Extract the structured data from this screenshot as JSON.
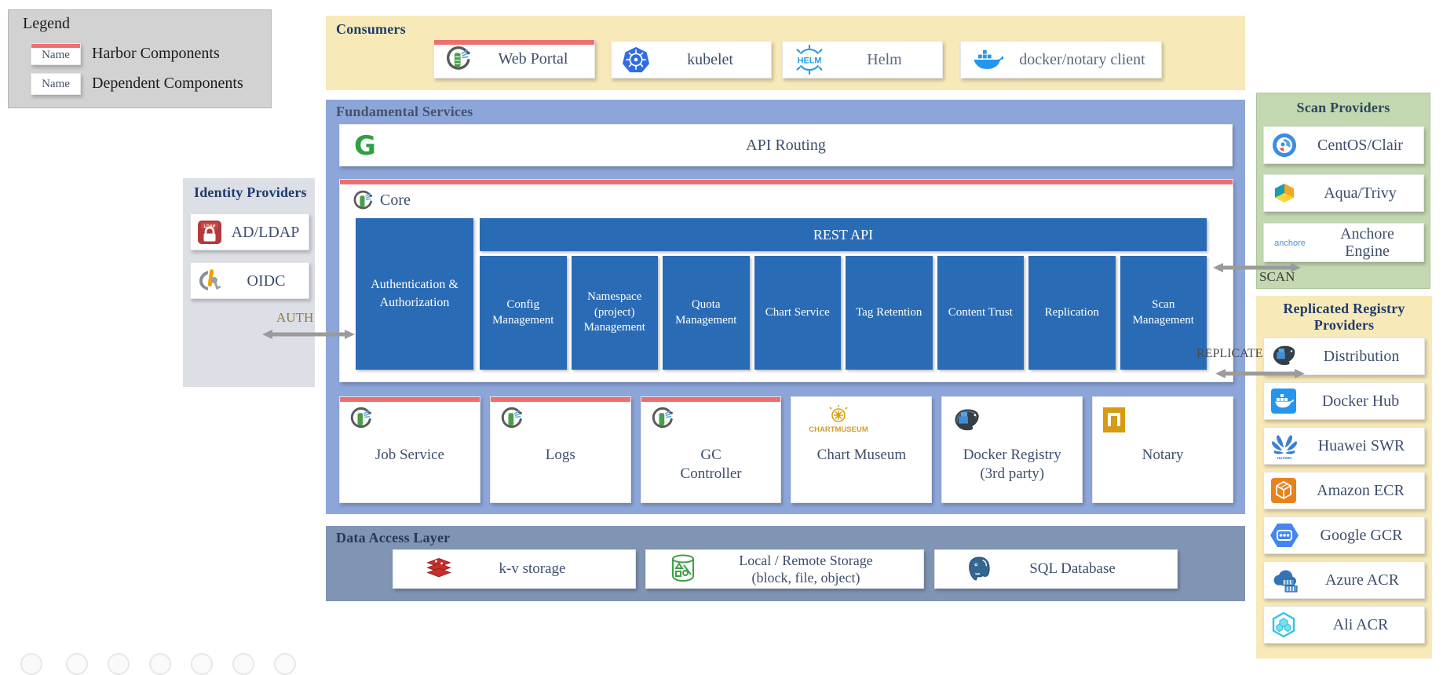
{
  "colors": {
    "harbor_accent_red": "#ee6f6e",
    "component_blue": "#2a6bb5",
    "consumers_bg": "#f8e9b8",
    "fundamental_bg": "#8da6da",
    "data_access_bg": "#8094b4",
    "identity_bg": "#dcdfe5",
    "legend_bg": "#d2d2d2",
    "scan_bg": "#c3d8b0",
    "title_navy": "#1e3c6c"
  },
  "legend": {
    "title": "Legend",
    "swatch_text": "Name",
    "items": [
      {
        "label": "Harbor Components",
        "harbor": true
      },
      {
        "label": "Dependent Components",
        "harbor": false
      }
    ]
  },
  "consumers": {
    "title": "Consumers",
    "items": [
      {
        "label": "Web Portal",
        "icon": "harbor-icon",
        "harbor": true
      },
      {
        "label": "kubelet",
        "icon": "kubernetes-icon",
        "harbor": false
      },
      {
        "label": "Helm",
        "icon": "helm-icon",
        "harbor": false
      },
      {
        "label": "docker/notary client",
        "icon": "docker-icon",
        "harbor": false
      }
    ]
  },
  "fundamental": {
    "title": "Fundamental Services",
    "api_routing": {
      "label": "API Routing",
      "icon": "g-routing-icon"
    },
    "core": {
      "label": "Core",
      "icon": "harbor-icon",
      "auth_label": "Authentication & Authorization",
      "rest_api_label": "REST API",
      "modules": [
        "Config Management",
        "Namespace (project) Management",
        "Quota Management",
        "Chart Service",
        "Tag Retention",
        "Content Trust",
        "Replication",
        "Scan Management"
      ]
    },
    "services": [
      {
        "line1": "Job Service",
        "line2": "",
        "icon": "harbor-icon",
        "harbor": true
      },
      {
        "line1": "Logs",
        "line2": "",
        "icon": "harbor-icon",
        "harbor": true
      },
      {
        "line1": "GC",
        "line2": "Controller",
        "icon": "harbor-icon",
        "harbor": true
      },
      {
        "line1": "Chart Museum",
        "line2": "",
        "icon": "chartmuseum-icon",
        "harbor": false
      },
      {
        "line1": "Docker Registry",
        "line2": "(3rd party)",
        "icon": "docker-registry-icon",
        "harbor": false
      },
      {
        "line1": "Notary",
        "line2": "",
        "icon": "notary-icon",
        "harbor": false
      }
    ]
  },
  "data_access": {
    "title": "Data Access Layer",
    "items": [
      {
        "line1": "k-v storage",
        "line2": "",
        "icon": "redis-icon"
      },
      {
        "line1": "Local / Remote Storage",
        "line2": "(block, file, object)",
        "icon": "storage-bucket-icon"
      },
      {
        "line1": "SQL Database",
        "line2": "",
        "icon": "postgresql-icon"
      }
    ]
  },
  "identity": {
    "title": "Identity Providers",
    "items": [
      {
        "label": "AD/LDAP",
        "icon": "ldap-icon"
      },
      {
        "label": "OIDC",
        "icon": "oidc-icon"
      }
    ],
    "arrow_label": "AUTH"
  },
  "scan": {
    "title": "Scan Providers",
    "items": [
      {
        "line1": "CentOS/Clair",
        "line2": "",
        "icon": "clair-icon"
      },
      {
        "line1": "Aqua/Trivy",
        "line2": "",
        "icon": "trivy-icon"
      },
      {
        "line1": "Anchore",
        "line2": "Engine",
        "icon": "anchore-icon"
      }
    ],
    "arrow_label": "SCAN"
  },
  "registry": {
    "title_line1": "Replicated Registry",
    "title_line2": "Providers",
    "items": [
      {
        "label": "Distribution",
        "icon": "distribution-icon"
      },
      {
        "label": "Docker Hub",
        "icon": "dockerhub-icon"
      },
      {
        "label": "Huawei SWR",
        "icon": "huawei-icon"
      },
      {
        "label": "Amazon ECR",
        "icon": "amazon-ecr-icon"
      },
      {
        "label": "Google GCR",
        "icon": "google-gcr-icon"
      },
      {
        "label": "Azure ACR",
        "icon": "azure-acr-icon"
      },
      {
        "label": "Ali ACR",
        "icon": "ali-acr-icon"
      }
    ],
    "arrow_label": "REPLICATE"
  },
  "icon_texts": {
    "helm": "HELM",
    "chartmuseum": "CHARTMUSEUM",
    "anchore": "anchore",
    "huawei": "HUAWEI",
    "ldap": "LDAP"
  }
}
